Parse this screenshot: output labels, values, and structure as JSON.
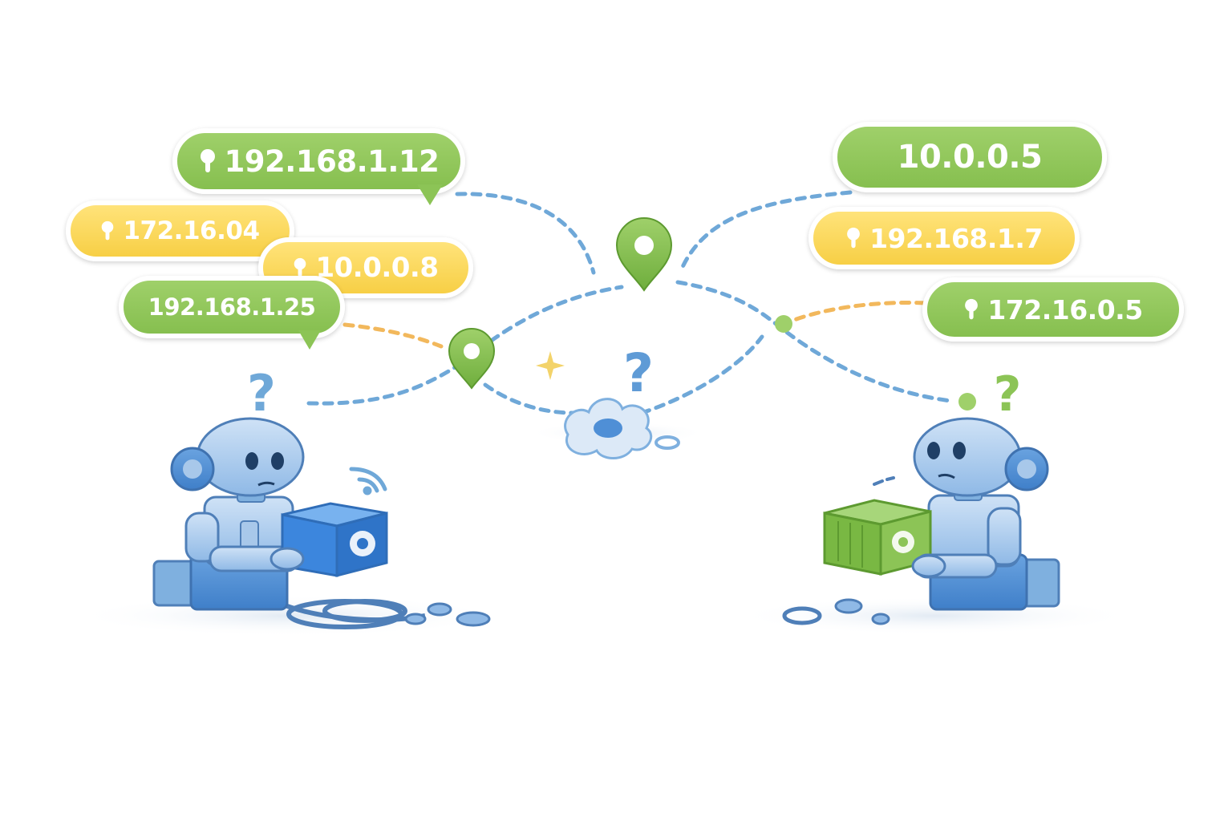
{
  "addresses": {
    "left": [
      {
        "text": "192.168.1.12",
        "style": "green",
        "pin": true
      },
      {
        "text": "172.16.04",
        "style": "yellow",
        "pin": true
      },
      {
        "text": "10.0.0.8",
        "style": "yellow",
        "pin": true
      },
      {
        "text": "192.168.1.25",
        "style": "green",
        "pin": false
      }
    ],
    "right": [
      {
        "text": "10.0.0.5",
        "style": "green",
        "pin": false
      },
      {
        "text": "192.168.1.7",
        "style": "yellow",
        "pin": true
      },
      {
        "text": "172.16.0.5",
        "style": "green",
        "pin": true
      }
    ]
  },
  "marks": {
    "question": "?"
  },
  "colors": {
    "green": "#8cc456",
    "yellow": "#f7d04a",
    "robot_blue": "#4f8fd6",
    "path_blue": "#6fa8d8",
    "path_orange": "#f2b85c",
    "box_blue": "#3c86dd",
    "box_green": "#79b843"
  },
  "icons": [
    "location-pin-icon",
    "question-mark-icon",
    "cloud-gear-icon",
    "robot-icon",
    "package-box-icon",
    "wifi-signal-icon",
    "cable-icon",
    "sparkle-icon"
  ]
}
